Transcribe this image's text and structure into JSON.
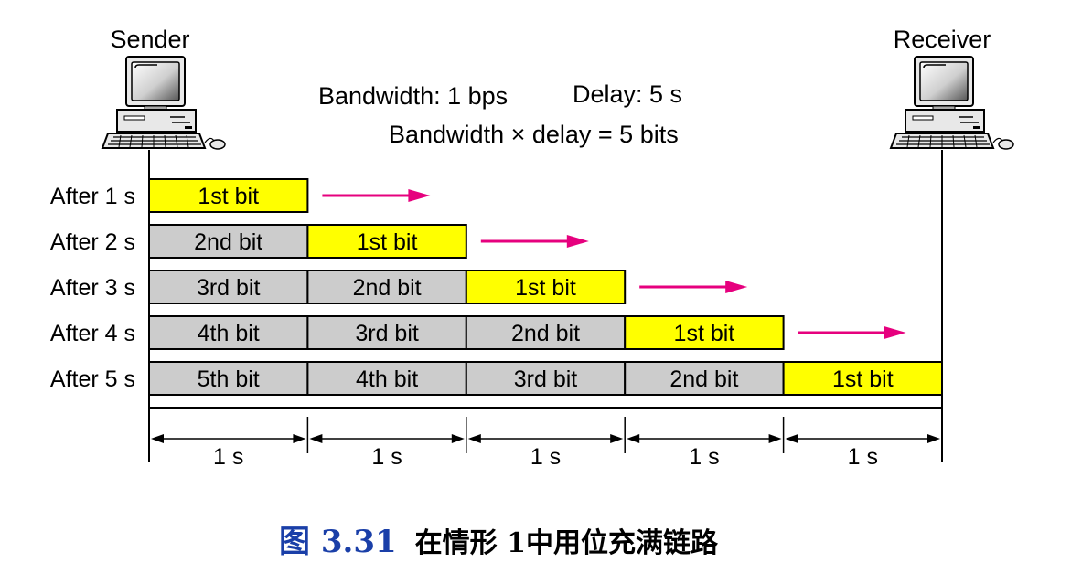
{
  "sender": {
    "label": "Sender"
  },
  "receiver": {
    "label": "Receiver"
  },
  "info": {
    "bandwidth": "Bandwidth: 1 bps",
    "delay": "Delay: 5 s",
    "product": "Bandwidth × delay = 5 bits"
  },
  "rows": [
    {
      "label": "After 1 s",
      "cells": [
        "1st bit"
      ]
    },
    {
      "label": "After 2 s",
      "cells": [
        "2nd bit",
        "1st bit"
      ]
    },
    {
      "label": "After 3 s",
      "cells": [
        "3rd bit",
        "2nd bit",
        "1st bit"
      ]
    },
    {
      "label": "After 4 s",
      "cells": [
        "4th bit",
        "3rd bit",
        "2nd bit",
        "1st bit"
      ]
    },
    {
      "label": "After 5 s",
      "cells": [
        "5th bit",
        "4th bit",
        "3rd bit",
        "2nd bit",
        "1st bit"
      ]
    }
  ],
  "intervals": [
    "1 s",
    "1 s",
    "1 s",
    "1 s",
    "1 s"
  ],
  "caption": {
    "number": "图 3.31",
    "text": "在情形 1中用位充满链路"
  },
  "colors": {
    "leading_bit": "#ffff00",
    "trailing_bit": "#cccccc",
    "arrow": "#e6007e",
    "caption_number": "#1a3fa8"
  },
  "icons": {
    "sender": "computer-icon",
    "receiver": "computer-icon"
  }
}
